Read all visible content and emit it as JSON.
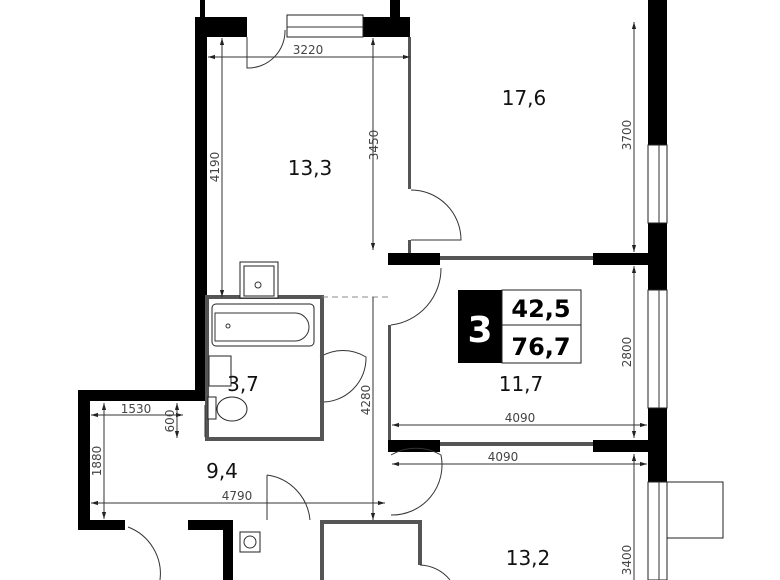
{
  "plan": {
    "rooms_count": "3",
    "living_area": "42,5",
    "total_area": "76,7",
    "rooms": [
      {
        "name": "room-top-left",
        "area": "13,3"
      },
      {
        "name": "room-top-right",
        "area": "17,6"
      },
      {
        "name": "bathroom",
        "area": "3,7"
      },
      {
        "name": "hallway",
        "area": "9,4"
      },
      {
        "name": "room-middle",
        "area": "11,7"
      },
      {
        "name": "room-bottom",
        "area": "13,2"
      }
    ],
    "dimensions": [
      "3220",
      "4190",
      "3450",
      "3700",
      "2800",
      "4090",
      "4090",
      "3400",
      "1530",
      "600",
      "1880",
      "4790",
      "4280"
    ]
  }
}
